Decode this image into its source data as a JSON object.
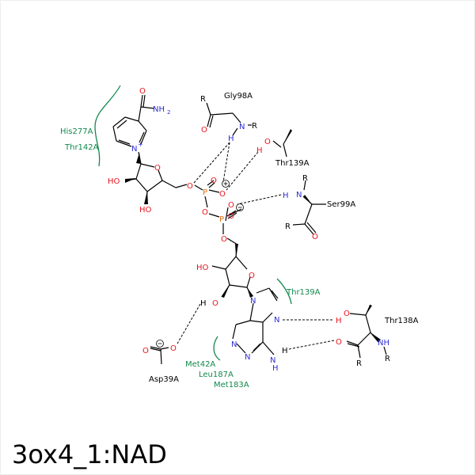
{
  "title": "3ox4_1:NAD",
  "residues": {
    "gly98": "Gly98A",
    "thr139_top": "Thr139A",
    "ser99": "Ser99A",
    "his277": "His277A",
    "thr142": "Thr142A",
    "thr139_mid": "Thr139A",
    "thr138": "Thr138A",
    "met42": "Met42A",
    "leu187": "Leu187A",
    "met183": "Met183A",
    "asp39": "Asp39A"
  },
  "atoms": {
    "O": "O",
    "N": "N",
    "P": "P",
    "H": "H",
    "HO": "HO",
    "NH2": "NH",
    "R": "R",
    "charge_plus": "+",
    "charge_minus": "−",
    "sub2": "2"
  },
  "colors": {
    "bond": "#000000",
    "hbond": "#000000",
    "hydrophobic": "#13894d",
    "oxygen": "#e8141d",
    "nitrogen": "#2f2fd4",
    "phosphorus": "#e07010"
  }
}
